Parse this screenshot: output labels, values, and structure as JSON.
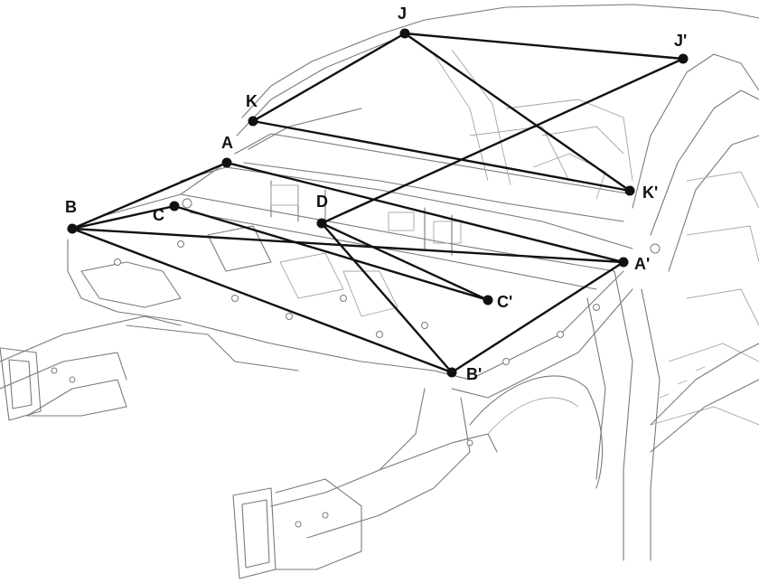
{
  "points": [
    {
      "id": "J",
      "label": "J"
    },
    {
      "id": "Jp",
      "label": "J'"
    },
    {
      "id": "K",
      "label": "K"
    },
    {
      "id": "Kp",
      "label": "K'"
    },
    {
      "id": "A",
      "label": "A"
    },
    {
      "id": "Ap",
      "label": "A'"
    },
    {
      "id": "B",
      "label": "B"
    },
    {
      "id": "Bp",
      "label": "B'"
    },
    {
      "id": "C",
      "label": "C"
    },
    {
      "id": "Cp",
      "label": "C'"
    },
    {
      "id": "D",
      "label": "D"
    }
  ],
  "connections": [
    [
      "J",
      "Jp"
    ],
    [
      "J",
      "K"
    ],
    [
      "J",
      "Kp"
    ],
    [
      "Jp",
      "D"
    ],
    [
      "K",
      "Kp"
    ],
    [
      "A",
      "B"
    ],
    [
      "A",
      "Ap"
    ],
    [
      "B",
      "Ap"
    ],
    [
      "B",
      "Bp"
    ],
    [
      "B",
      "C"
    ],
    [
      "Bp",
      "Ap"
    ],
    [
      "Bp",
      "D"
    ],
    [
      "C",
      "Cp"
    ],
    [
      "D",
      "Cp"
    ]
  ]
}
